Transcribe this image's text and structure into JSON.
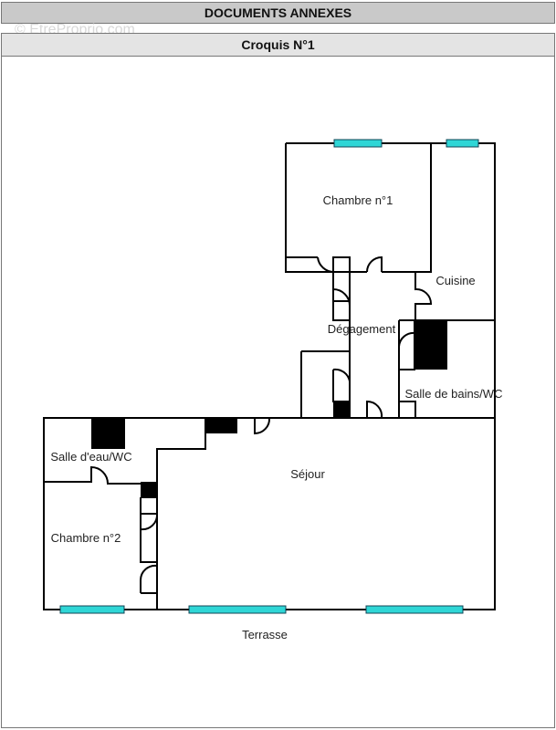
{
  "header": {
    "title": "DOCUMENTS ANNEXES",
    "subtitle": "Croquis N°1"
  },
  "watermark": "© EtreProprio.com",
  "plan": {
    "rooms": {
      "chambre1": "Chambre n°1",
      "cuisine": "Cuisine",
      "degagement": "Dégagement",
      "sdb": "Salle de bains/WC",
      "salle_eau": "Salle d'eau/WC",
      "sejour": "Séjour",
      "chambre2": "Chambre n°2",
      "terrasse": "Terrasse"
    },
    "colors": {
      "wall": "#000000",
      "window": "#2fd6d6",
      "fixture": "#000000"
    }
  }
}
